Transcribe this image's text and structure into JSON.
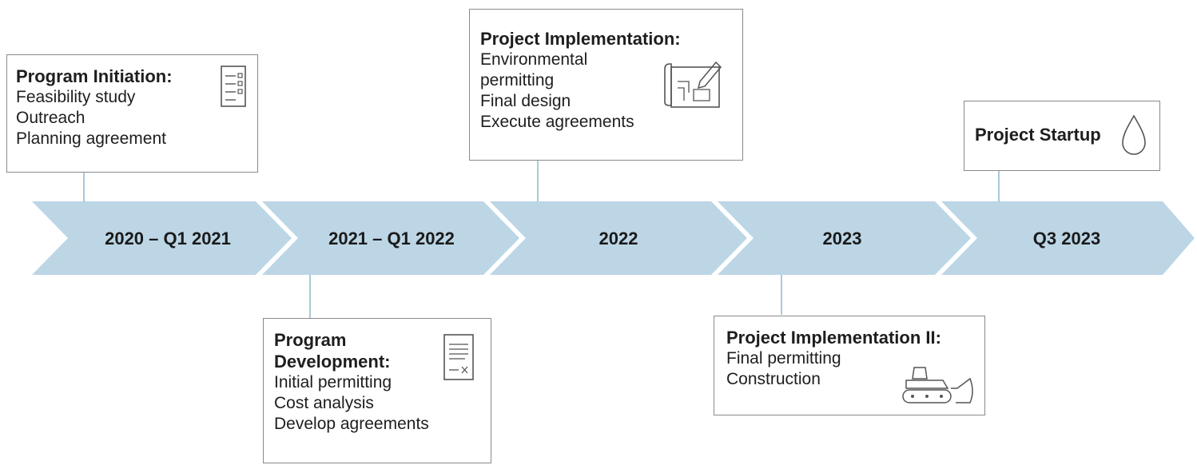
{
  "timeline": {
    "band_color": "#bcd6e6",
    "stages": [
      {
        "label": "2020 – Q1 2021"
      },
      {
        "label": "2021 – Q1 2022"
      },
      {
        "label": "2022"
      },
      {
        "label": "2023"
      },
      {
        "label": "Q3 2023"
      }
    ]
  },
  "boxes": {
    "program_initiation": {
      "title": "Program Initiation:",
      "items": [
        "Feasibility study",
        "Outreach",
        "Planning agreement"
      ],
      "icon": "checklist-icon"
    },
    "program_development": {
      "title_line1": "Program",
      "title_line2": "Development:",
      "items": [
        "Initial permitting",
        "Cost analysis",
        "Develop agreements"
      ],
      "icon": "document-sign-icon"
    },
    "project_implementation": {
      "title": "Project Implementation:",
      "items": [
        "Environmental",
        "permitting",
        "Final design",
        "Execute agreements"
      ],
      "icon": "blueprint-icon"
    },
    "project_implementation_ii": {
      "title": "Project Implementation II:",
      "items": [
        "Final permitting",
        "Construction"
      ],
      "icon": "bulldozer-icon"
    },
    "project_startup": {
      "title": "Project Startup",
      "icon": "water-drop-icon"
    }
  }
}
